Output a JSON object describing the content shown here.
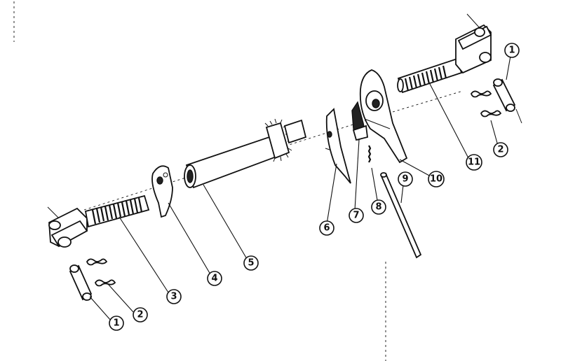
{
  "callouts": [
    {
      "id": "c1a",
      "label": "1"
    },
    {
      "id": "c2a",
      "label": "2"
    },
    {
      "id": "c3",
      "label": "3"
    },
    {
      "id": "c4",
      "label": "4"
    },
    {
      "id": "c5",
      "label": "5"
    },
    {
      "id": "c6",
      "label": "6"
    },
    {
      "id": "c7",
      "label": "7"
    },
    {
      "id": "c8",
      "label": "8"
    },
    {
      "id": "c9",
      "label": "9"
    },
    {
      "id": "c10",
      "label": "10"
    },
    {
      "id": "c11",
      "label": "11"
    },
    {
      "id": "c1b",
      "label": "1"
    },
    {
      "id": "c2b",
      "label": "2"
    }
  ]
}
